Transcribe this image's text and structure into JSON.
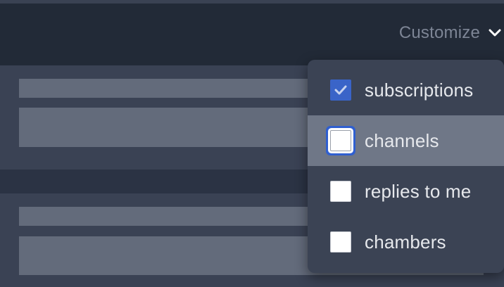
{
  "header": {
    "customize_label": "Customize",
    "customize_icon": "chevron-down-icon"
  },
  "dropdown": {
    "items": [
      {
        "label": "subscriptions",
        "checked": true,
        "highlighted": false
      },
      {
        "label": "channels",
        "checked": false,
        "highlighted": true,
        "focused": true
      },
      {
        "label": "replies to me",
        "checked": false,
        "highlighted": false
      },
      {
        "label": "chambers",
        "checked": false,
        "highlighted": false
      }
    ]
  },
  "colors": {
    "header_bg": "#222a37",
    "card_bg": "#3a4254",
    "menu_bg": "#3b4354",
    "menu_highlight": "#6f7787",
    "checkbox_checked": "#3a64c8",
    "focus_ring": "#2f5fd0"
  }
}
